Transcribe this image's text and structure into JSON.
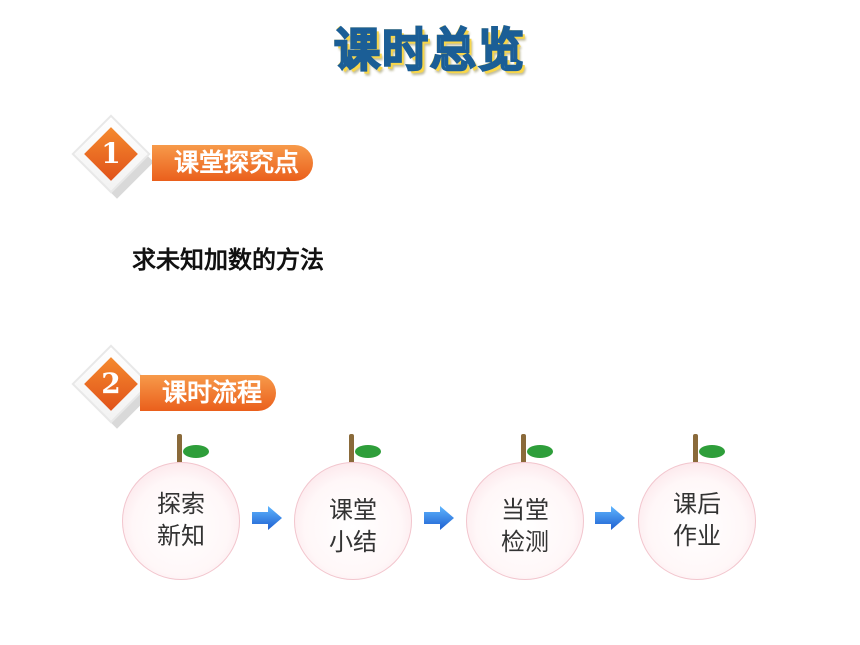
{
  "header": {
    "title": "课时总览"
  },
  "section1": {
    "number": "1",
    "label": "课堂探究点"
  },
  "section1_content": "求未知加数的方法",
  "section2": {
    "number": "2",
    "label": "课时流程"
  },
  "flow": [
    {
      "line1": "探索",
      "line2": "新知"
    },
    {
      "line1": "课堂",
      "line2": "小结"
    },
    {
      "line1": "当堂",
      "line2": "检测"
    },
    {
      "line1": "课后",
      "line2": "作业"
    }
  ],
  "colors": {
    "orange": "#ea5f1c",
    "arrow": "#1e6fe0",
    "leaf": "#2e9e3a"
  }
}
